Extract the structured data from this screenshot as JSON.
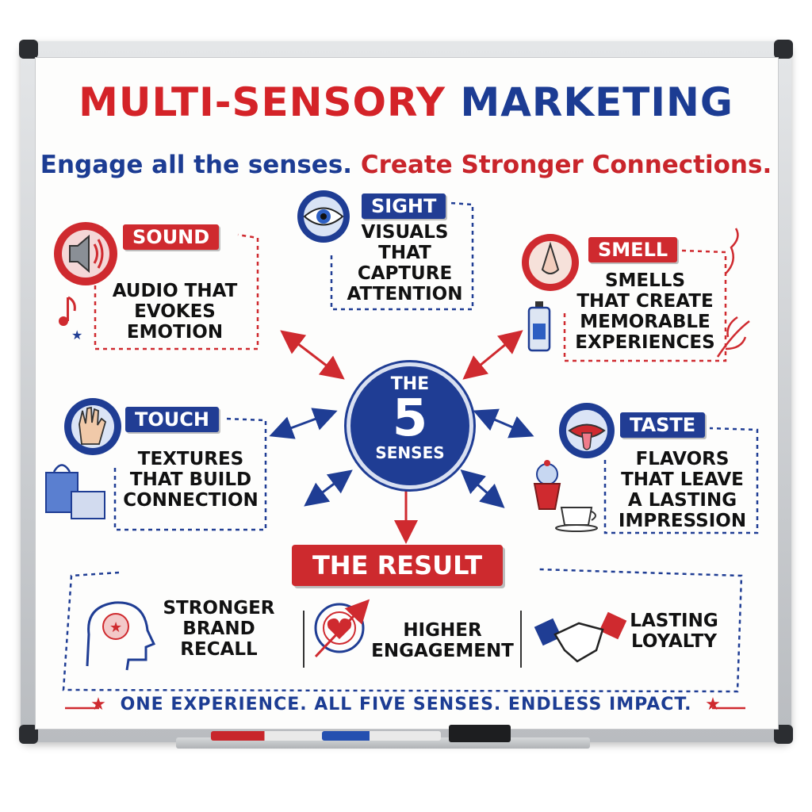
{
  "title": {
    "part1": "MULTI-SENSORY",
    "part2": "MARKETING"
  },
  "subtitle": {
    "part1": "Engage all the senses.",
    "part2": "Create Stronger Connections."
  },
  "senses": {
    "sight": {
      "tag": "SIGHT",
      "line1": "VISUALS",
      "line2": "THAT",
      "line3": "CAPTURE",
      "line4": "ATTENTION"
    },
    "sound": {
      "tag": "SOUND",
      "line1": "AUDIO THAT",
      "line2": "EVOKES",
      "line3": "EMOTION"
    },
    "smell": {
      "tag": "SMELL",
      "line1": "SMELLS",
      "line2": "THAT CREATE",
      "line3": "MEMORABLE",
      "line4": "EXPERIENCES"
    },
    "touch": {
      "tag": "TOUCH",
      "line1": "TEXTURES",
      "line2": "THAT BUILD",
      "line3": "CONNECTION"
    },
    "taste": {
      "tag": "TASTE",
      "line1": "FLAVORS",
      "line2": "THAT LEAVE",
      "line3": "A LASTING",
      "line4": "IMPRESSION"
    }
  },
  "center": {
    "top": "THE",
    "number": "5",
    "bottom": "SENSES"
  },
  "result": {
    "label": "THE RESULT"
  },
  "outcomes": [
    {
      "line1": "STRONGER",
      "line2": "BRAND",
      "line3": "RECALL",
      "icon": "brain-icon"
    },
    {
      "line1": "HIGHER",
      "line2": "ENGAGEMENT",
      "icon": "heart-target-icon"
    },
    {
      "line1": "LASTING",
      "line2": "LOYALTY",
      "icon": "handshake-icon"
    }
  ],
  "footer": "ONE EXPERIENCE. ALL FIVE SENSES. ENDLESS IMPACT.",
  "colors": {
    "red": "#cf2a2f",
    "blue": "#1f3d94"
  }
}
